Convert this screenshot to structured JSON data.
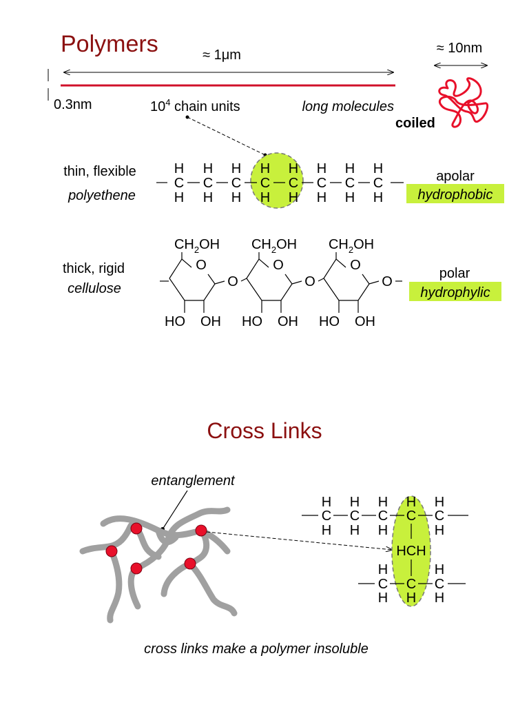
{
  "polymers": {
    "title": "Polymers",
    "length_label": "≈ 1μm",
    "coil_size_label": "≈ 10nm",
    "thickness_label": "0.3nm",
    "chain_units_base": "10",
    "chain_units_exp": "4",
    "chain_units_rest": " chain units",
    "long_molecules": "long molecules",
    "coiled": "coiled"
  },
  "polyethene": {
    "desc_line1": "thin, flexible",
    "desc_line2": "polyethene",
    "atom_h": "H",
    "atom_c": "C",
    "property_line1": "apolar",
    "property_line2": "hydrophobic"
  },
  "cellulose": {
    "desc_line1": "thick, rigid",
    "desc_line2": "cellulose",
    "ch2oh_base": "CH",
    "ch2oh_sub": "2",
    "ch2oh_tail": "OH",
    "ring_o": "O",
    "link_o": "O",
    "ho": "HO",
    "oh": "OH",
    "property_line1": "polar",
    "property_line2": "hydrophylic"
  },
  "crosslinks": {
    "title": "Cross Links",
    "entanglement": "entanglement",
    "caption": "cross links make a polymer insoluble",
    "atom_h": "H",
    "atom_c": "C",
    "hch": "HCH"
  },
  "colors": {
    "title": "#8b1010",
    "chain_line": "#d0102a",
    "highlight": "#c8f03c",
    "strand": "#a0a0a0",
    "crosslink_dot": "#e8102a"
  }
}
